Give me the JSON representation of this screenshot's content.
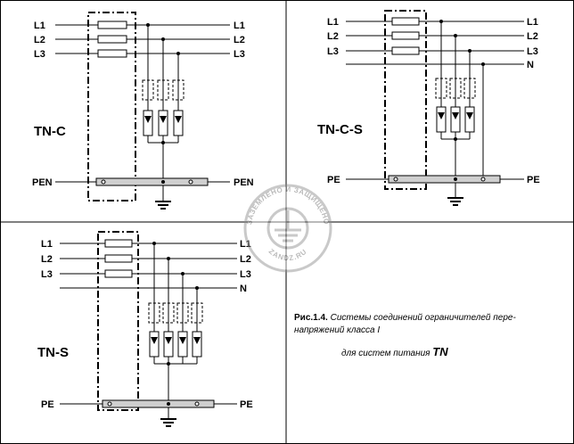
{
  "panels": {
    "tn_c": {
      "title": "TN-C",
      "lines_left": [
        "L1",
        "L2",
        "L3"
      ],
      "lines_right": [
        "L1",
        "L2",
        "L3"
      ],
      "bus_left": "PEN",
      "bus_right": "PEN"
    },
    "tn_c_s": {
      "title": "TN-C-S",
      "lines_left": [
        "L1",
        "L2",
        "L3"
      ],
      "lines_right": [
        "L1",
        "L2",
        "L3",
        "N"
      ],
      "bus_left": "PE",
      "bus_right": "PE"
    },
    "tn_s": {
      "title": "TN-S",
      "lines_left": [
        "L1",
        "L2",
        "L3"
      ],
      "lines_right": [
        "L1",
        "L2",
        "L3",
        "N"
      ],
      "bus_left": "PE",
      "bus_right": "PE"
    }
  },
  "watermark": {
    "text_top": "ЗАЗЕМЛЕНО И ЗАЩИЩЕНО",
    "text_bottom": "ZANDZ.RU"
  },
  "caption": {
    "label": "Рис.1.4.",
    "line1": "Системы соединений ограничителей пере-",
    "line2": "напряжений класса I",
    "line3_prefix": "для систем питания",
    "line3_emph": "TN"
  }
}
